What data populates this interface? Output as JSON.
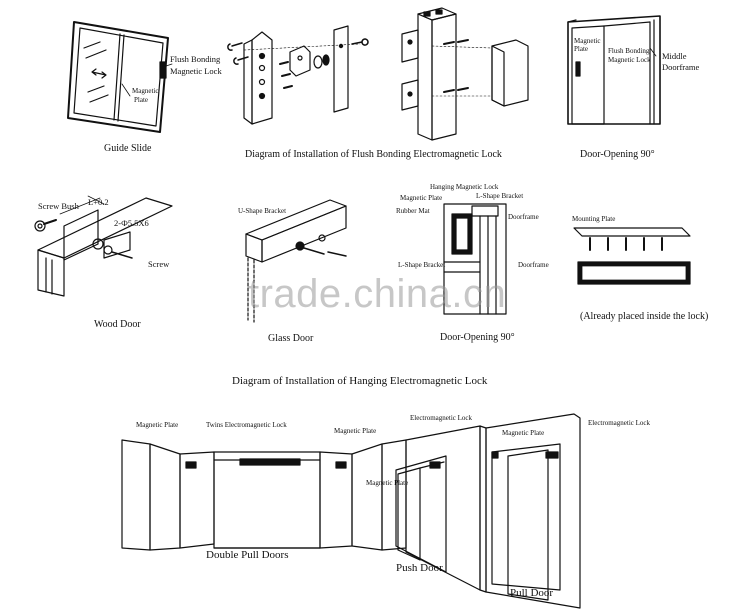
{
  "panels": {
    "guide_slide": {
      "caption": "Guide Slide",
      "labels": [
        "Flush Bonding",
        "Magnetic Lock",
        "Magnetic",
        "Plate"
      ]
    },
    "flush_bonding": {
      "caption": "Diagram of Installation of Flush Bonding Electromagnetic Lock"
    },
    "door_opening_top": {
      "caption": "Door-Opening 90°",
      "labels": [
        "Magnetic",
        "Plate",
        "Flush Bonding",
        "Magnetic Lock",
        "Middle",
        "Doorframe"
      ]
    },
    "wood_door": {
      "caption": "Wood Door",
      "labels": [
        "Screw Bush",
        "L+0.2",
        "2-Ф5.5X6",
        "Screw"
      ]
    },
    "glass_door": {
      "caption": "Glass Door",
      "labels": [
        "U-Shape Bracket"
      ]
    },
    "door_opening_mid": {
      "caption": "Door-Opening 90°",
      "labels": [
        "Hanging Magnetic Lock",
        "Magnetic Plate",
        "L-Shape Bracket",
        "Rubber Mat",
        "Doorframe",
        "L-Shape Bracket",
        "Doorframe"
      ]
    },
    "mounting": {
      "caption": "(Already placed inside the lock)",
      "labels": [
        "Mounting Plate"
      ]
    },
    "hanging": {
      "title": "Diagram of Installation of Hanging Electromagnetic Lock",
      "double_pull": {
        "caption": "Double Pull Doors",
        "labels": [
          "Magnetic Plate",
          "Twins Electromagnetic Lock",
          "Magnetic Plate"
        ]
      },
      "push": {
        "caption": "Push Door",
        "labels": [
          "Electromagnetic Lock",
          "Magnetic Plate"
        ]
      },
      "pull": {
        "caption": "Pull Door",
        "labels": [
          "Magnetic Plate",
          "Electromagnetic Lock"
        ]
      }
    }
  },
  "watermark": "trade.china.cn"
}
